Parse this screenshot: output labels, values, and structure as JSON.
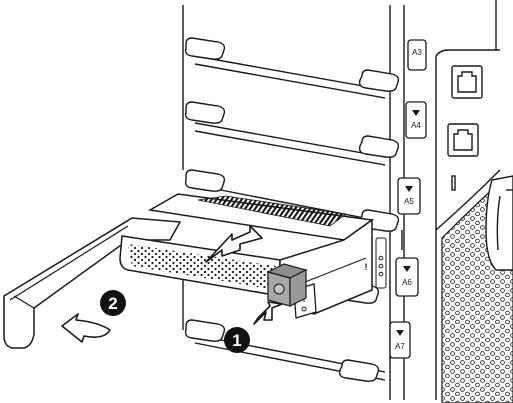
{
  "slot_labels": [
    "A3",
    "A4",
    "A5",
    "A6",
    "A7"
  ],
  "callouts": {
    "step_press_latch": "1",
    "step_swing_handle": "2"
  },
  "status_marks": [
    "!",
    "!"
  ],
  "colors": {
    "line": "#1a1a1a",
    "latch_fill": "#a8a8a8",
    "callout_fill": "#111111",
    "callout_text": "#ffffff"
  }
}
